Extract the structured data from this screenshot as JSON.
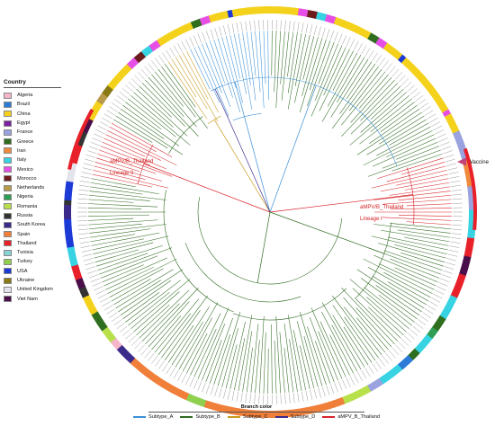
{
  "country_legend": {
    "title": "Country",
    "items": [
      {
        "label": "Algeria",
        "color": "#f4b6c8"
      },
      {
        "label": "Brazil",
        "color": "#2c7bd6"
      },
      {
        "label": "China",
        "color": "#f4d21c"
      },
      {
        "label": "Egypt",
        "color": "#7a1fa2"
      },
      {
        "label": "France",
        "color": "#9aa2df"
      },
      {
        "label": "Greece",
        "color": "#2f6e1f"
      },
      {
        "label": "Iran",
        "color": "#f08a3c"
      },
      {
        "label": "Italy",
        "color": "#37d3e3"
      },
      {
        "label": "Mexico",
        "color": "#e64fe6"
      },
      {
        "label": "Morocco",
        "color": "#6b1c1c"
      },
      {
        "label": "Netherlands",
        "color": "#b89a4b"
      },
      {
        "label": "Nigeria",
        "color": "#2f9e55"
      },
      {
        "label": "Romania",
        "color": "#b7e04a"
      },
      {
        "label": "Russia",
        "color": "#333333"
      },
      {
        "label": "South Korea",
        "color": "#3b2a8a"
      },
      {
        "label": "Spain",
        "color": "#f07f3a"
      },
      {
        "label": "Thailand",
        "color": "#e8202a"
      },
      {
        "label": "Tunisia",
        "color": "#86d2d6"
      },
      {
        "label": "Turkey",
        "color": "#8fd14f"
      },
      {
        "label": "USA",
        "color": "#1c3ad6"
      },
      {
        "label": "Ukraine",
        "color": "#8a7a14"
      },
      {
        "label": "United Kingdom",
        "color": "#e4e4ec"
      },
      {
        "label": "Viet Nam",
        "color": "#4a0f4a"
      }
    ]
  },
  "branch_legend": {
    "title": "Branch color",
    "items": [
      {
        "label": "Subtype_A",
        "color": "#3b8fd6"
      },
      {
        "label": "Subtype_B",
        "color": "#2e6a1f"
      },
      {
        "label": "Subtype_C",
        "color": "#c99a1e"
      },
      {
        "label": "Subtype_D",
        "color": "#3c2a8c"
      },
      {
        "label": "aMPV_B_Thailand",
        "color": "#d8232a"
      }
    ]
  },
  "annotations": {
    "lineage2_name": "aMPV/B_Thailand",
    "lineage2_sub": "Lineage II",
    "lineage1_name": "aMPV/B_Thailand",
    "lineage1_sub": "Lineage I",
    "vaccine_label": "Vaccine"
  }
}
